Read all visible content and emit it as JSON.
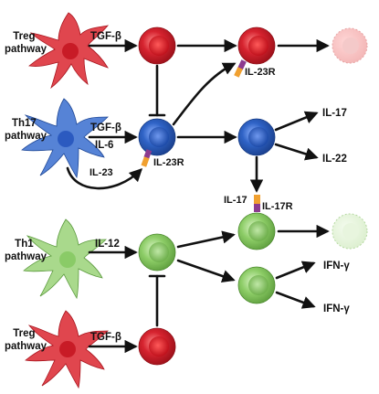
{
  "colors": {
    "treg": "#d6232f",
    "treg_dc": "#e0464e",
    "th17": "#2f63c6",
    "th17_dc": "#5683d6",
    "th1": "#7fc35a",
    "th1_dc": "#a9d98c",
    "faded_red": "#f0c3c3",
    "faded_green": "#dff0d2",
    "receptor_orange": "#f0a030",
    "receptor_purple": "#8c3a8f"
  },
  "pathways": {
    "treg_top": "Treg\npathway",
    "th17": "Th17\npathway",
    "th1": "Th1\npathway",
    "treg_bottom": "Treg\npathway"
  },
  "labels": {
    "tgfb_top": "TGF-β",
    "tgfb_th17": "TGF-β",
    "il6": "IL-6",
    "il23": "IL-23",
    "il23r_top": "IL-23R",
    "il23r_mid": "IL-23R",
    "il17_out": "IL-17",
    "il22_out": "IL-22",
    "il17_ligand": "IL-17",
    "il17r": "IL-17R",
    "il12": "IL-12",
    "ifng_1": "IFN-γ",
    "ifng_2": "IFN-γ",
    "tgfb_bottom": "TGF-β"
  }
}
